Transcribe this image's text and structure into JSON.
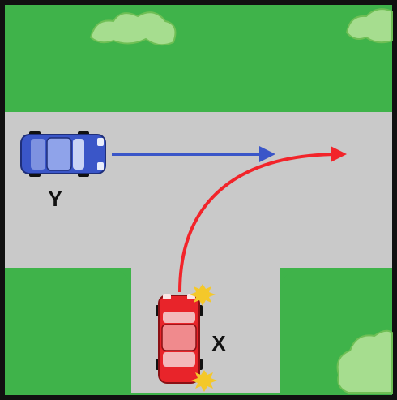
{
  "diagram": {
    "type": "t-junction-traffic",
    "colors": {
      "grass": "#3fb34a",
      "road": "#c9c9c9",
      "border": "#111111",
      "car_y_body": "#3a56c8",
      "car_x_body": "#e8242a",
      "arrow_y": "#3a56c8",
      "arrow_x": "#f2242a",
      "indicator": "#f4c82a"
    },
    "vehicles": [
      {
        "id": "car-y",
        "label": "Y",
        "color": "blue",
        "heading": "east",
        "movement": "straight"
      },
      {
        "id": "car-x",
        "label": "X",
        "color": "red",
        "heading": "north",
        "movement": "right-turn",
        "indicator": "right-flashing"
      }
    ]
  }
}
